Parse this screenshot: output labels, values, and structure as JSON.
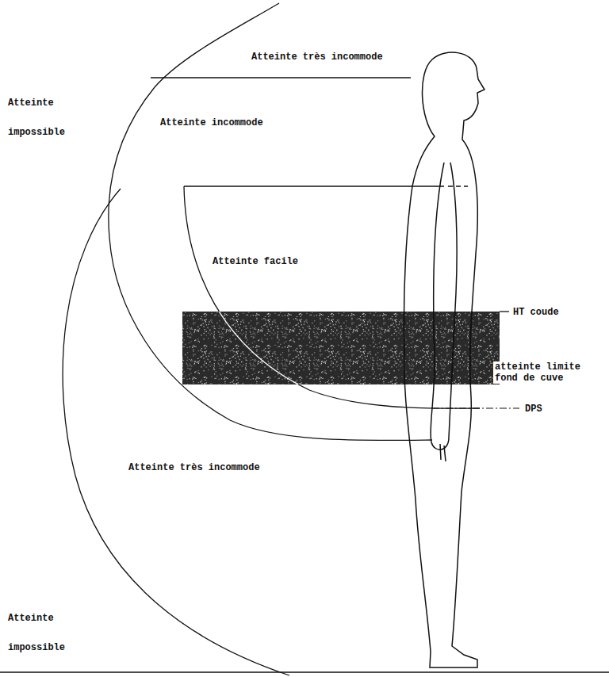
{
  "diagram": {
    "labels": [
      "Atteinte très incommode",
      "Atteinte impossible",
      "Atteinte incommode",
      "Atteinte facile",
      "HT coude",
      "atteinte limite fond de cuve",
      "DPS",
      "Atteinte très incommode",
      "Atteinte impossible"
    ]
  }
}
